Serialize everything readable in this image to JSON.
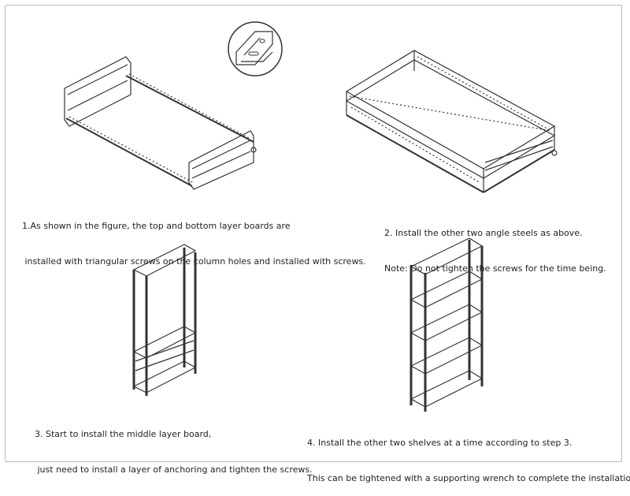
{
  "steps": [
    {
      "line1": "1.As shown in the figure, the top and bottom layer boards are",
      "line2": " installed with triangular screws on the column holes and installed with screws."
    },
    {
      "line1": "2. Install the other two angle steels as above.",
      "line2": "Note: Do not tighten the screws for the time being."
    },
    {
      "line1": "3. Start to install the middle layer board,",
      "line2": " just need to install a layer of anchoring and tighten the screws."
    },
    {
      "line1": "4. Install the other two shelves at a time according to step 3.",
      "line2": "This can be tightened with a supporting wrench to complete the installation."
    }
  ]
}
